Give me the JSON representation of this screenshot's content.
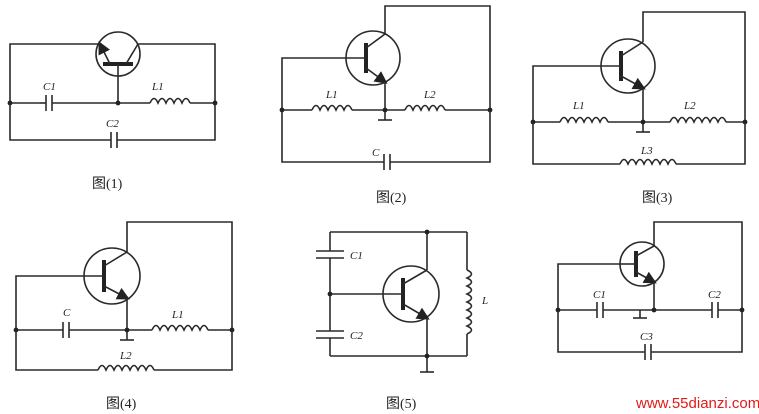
{
  "figures": [
    {
      "caption": "图(1)",
      "labels": {
        "c1": "C1",
        "l1": "L1",
        "c2": "C2"
      }
    },
    {
      "caption": "图(2)",
      "labels": {
        "l1": "L1",
        "l2": "L2",
        "c": "C"
      }
    },
    {
      "caption": "图(3)",
      "labels": {
        "l1": "L1",
        "l2": "L2",
        "l3": "L3"
      }
    },
    {
      "caption": "图(4)",
      "labels": {
        "c": "C",
        "l1": "L1",
        "l2": "L2"
      }
    },
    {
      "caption": "图(5)",
      "labels": {
        "c1": "C1",
        "c2": "C2",
        "l": "L"
      }
    },
    {
      "caption": "",
      "labels": {
        "c1": "C1",
        "c2": "C2",
        "c3": "C3"
      }
    }
  ],
  "watermark": "www.55dianzi.com",
  "colors": {
    "ink": "#2a2a2a",
    "watermark": "#e21a1a",
    "background": "#ffffff"
  }
}
